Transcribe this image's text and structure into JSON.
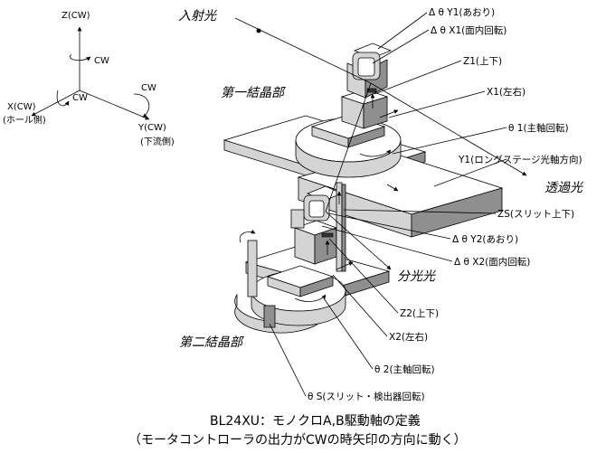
{
  "axes": {
    "z": "Z(CW)",
    "x_line1": "X(CW)",
    "x_line2": "(ホール側)",
    "y_line1": "Y(CW)",
    "y_line2": "(下流側)",
    "cw_z": "CW",
    "cw_x": "CW",
    "cw_y": "CW"
  },
  "beams": {
    "incident": "入射光",
    "transmitted": "透過光",
    "diffracted": "分光光"
  },
  "sections": {
    "first": "第一結晶部",
    "second": "第二結晶部"
  },
  "labels": {
    "dty1": "Δ θ Y1(あおり)",
    "dtx1": "Δ θ X1(面内回転)",
    "z1": "Z1(上下)",
    "x1": "X1(左右)",
    "t1": "θ 1(主軸回転)",
    "y1": "Y1(ロングステージ光軸方向)",
    "zs": "ZS(スリット上下)",
    "dty2": "Δ θ Y2(あおり)",
    "dtx2": "Δ θ X2(面内回転)",
    "z2": "Z2(上下)",
    "x2": "X2(左右)",
    "t2": "θ 2(主軸回転)",
    "ts": "θ S(スリット・検出器回転)"
  },
  "caption": {
    "line1": "BL24XU：モノクロA,B駆動軸の定義",
    "line2": "（モータコントローラの出力がCWの時矢印の方向に動く）"
  }
}
